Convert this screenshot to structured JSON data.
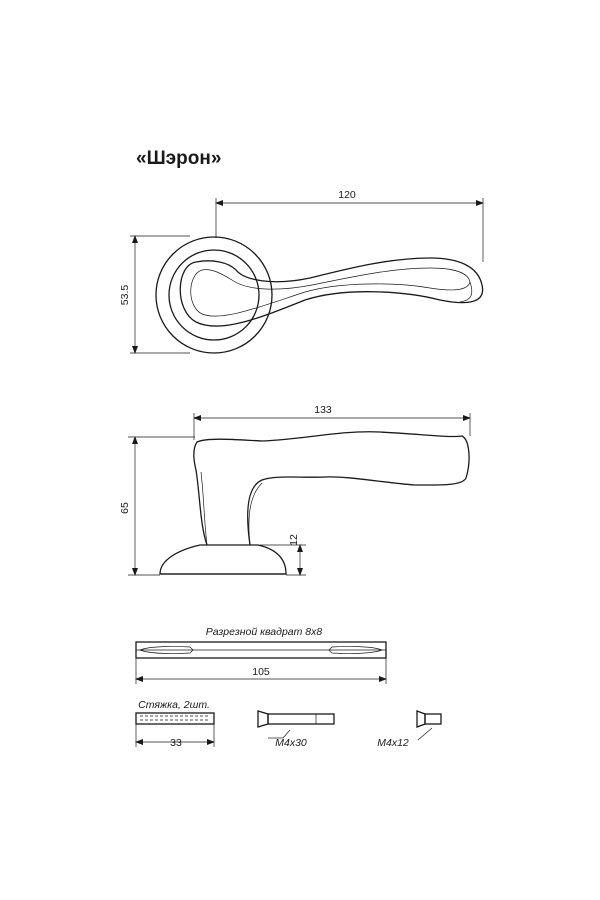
{
  "title": "«Шэрон»",
  "dimensions": {
    "top_length": "120",
    "top_height": "53.5",
    "side_length": "133",
    "side_height": "65",
    "rosette_height": "12",
    "spindle_length": "105",
    "coupler_length": "33"
  },
  "labels": {
    "spindle": "Разрезной квадрат 8x8",
    "coupler": "Стяжка, 2шт.",
    "screw_long": "M4x30",
    "screw_short": "M4x12"
  },
  "colors": {
    "line": "#1a1a1a",
    "background": "#ffffff"
  }
}
